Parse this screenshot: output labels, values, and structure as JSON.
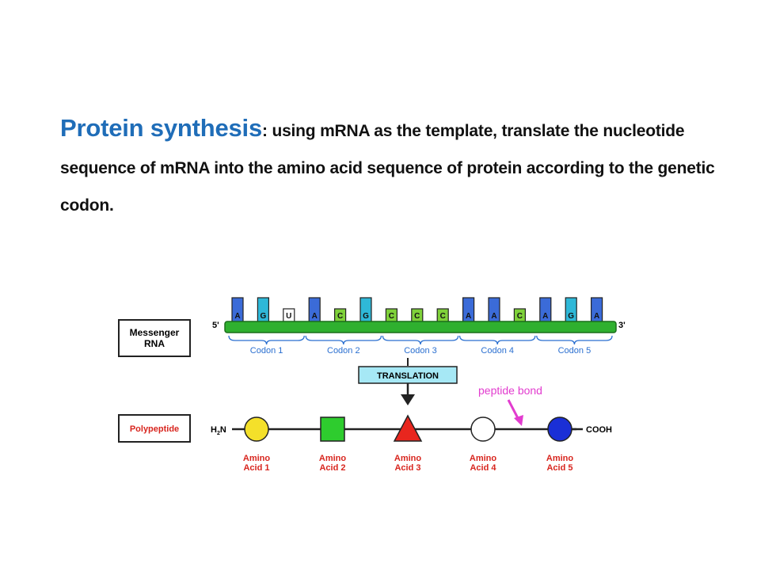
{
  "heading": {
    "title": "Protein synthesis",
    "text": ": using mRNA as the template, translate the nucleotide sequence of mRNA into the amino acid sequence of protein according to the genetic codon."
  },
  "diagram": {
    "mrna_label_line1": "Messenger",
    "mrna_label_line2": "RNA",
    "five_prime": "5'",
    "three_prime": "3'",
    "bases": [
      "A",
      "G",
      "U",
      "A",
      "C",
      "G",
      "C",
      "C",
      "C",
      "A",
      "A",
      "C",
      "A",
      "G",
      "A"
    ],
    "codons": [
      "Codon 1",
      "Codon 2",
      "Codon 3",
      "Codon 4",
      "Codon 5"
    ],
    "translation_label": "TRANSLATION",
    "peptide_bond_label": "peptide bond",
    "polypeptide_label": "Polypeptide",
    "n_terminus_h": "H",
    "n_terminus_sub": "2",
    "n_terminus_n": "N",
    "c_terminus": "COOH",
    "amino_acids": [
      {
        "line1": "Amino",
        "line2": "Acid 1",
        "shape": "circle",
        "color": "#f4e02a"
      },
      {
        "line1": "Amino",
        "line2": "Acid 2",
        "shape": "square",
        "color": "#2ecc2e"
      },
      {
        "line1": "Amino",
        "line2": "Acid 3",
        "shape": "triangle",
        "color": "#e8261e"
      },
      {
        "line1": "Amino",
        "line2": "Acid 4",
        "shape": "circle",
        "color": "#ffffff"
      },
      {
        "line1": "Amino",
        "line2": "Acid 5",
        "shape": "circle",
        "color": "#1a2fd6"
      }
    ],
    "colors": {
      "A": "#3b6bd8",
      "G": "#2fb8d8",
      "U": "#ffffff",
      "C": "#7fd13a",
      "backbone": "#2fb02f",
      "label_red": "#d8251e",
      "codon_blue": "#2a6fd0",
      "translation_box": "#a6e8f5",
      "peptide_pink": "#e23ccf"
    }
  }
}
